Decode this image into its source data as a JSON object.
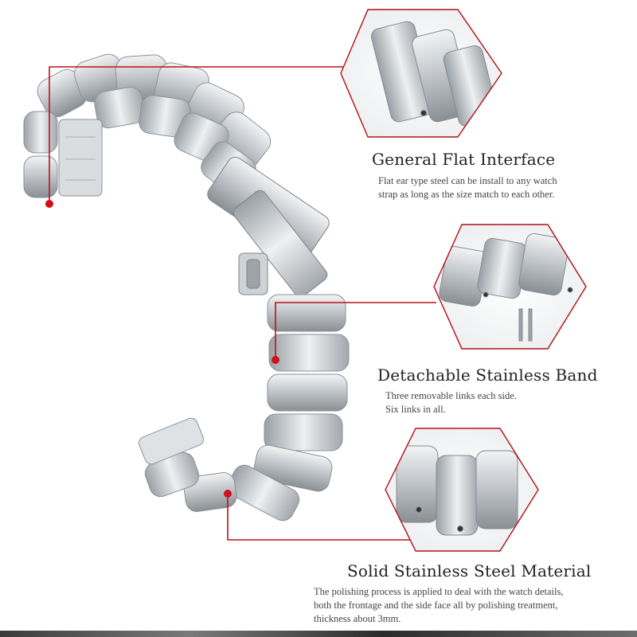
{
  "colors": {
    "accent": "#c0101a",
    "steel_light": "#e4e6e8",
    "steel_mid": "#b5b9bd",
    "steel_dark": "#7d8287"
  },
  "features": [
    {
      "title": "General Flat Interface",
      "description": [
        "Flat ear type steel can be install to any watch",
        "strap as long as the size match to each other."
      ]
    },
    {
      "title": "Detachable Stainless Band",
      "description": [
        "Three removable links each side.",
        "Six links in all."
      ]
    },
    {
      "title": "Solid Stainless Steel Material",
      "description": [
        "The polishing process is applied to deal with the watch details,",
        "both the frontage and the side face all by polishing treatment,",
        "thickness about 3mm."
      ]
    }
  ]
}
